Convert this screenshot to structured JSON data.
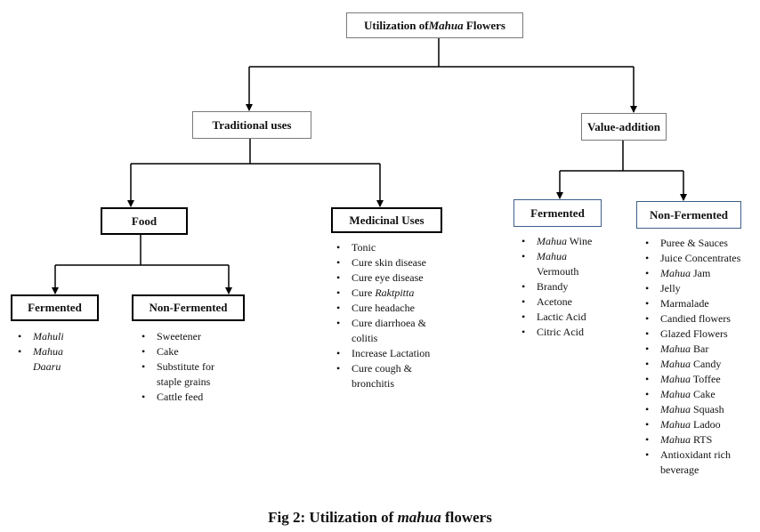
{
  "root": {
    "label_pre": "Utilization of ",
    "label_em": "Mahua",
    "label_post": " Flowers"
  },
  "traditional": {
    "label": "Traditional uses",
    "food": {
      "label": "Food",
      "fermented": {
        "label": "Fermented",
        "items": [
          {
            "em": "Mahuli",
            "text": ""
          },
          {
            "em": "Mahua Daaru",
            "text": ""
          }
        ]
      },
      "non_fermented": {
        "label": "Non-Fermented",
        "items": [
          {
            "em": "",
            "text": "Sweetener"
          },
          {
            "em": "",
            "text": "Cake"
          },
          {
            "em": "",
            "text": "Substitute for staple grains"
          },
          {
            "em": "",
            "text": "Cattle feed"
          }
        ]
      }
    },
    "medicinal": {
      "label": "Medicinal Uses",
      "items": [
        {
          "pre": "",
          "text": "Tonic",
          "em": ""
        },
        {
          "pre": "",
          "text": "Cure skin disease",
          "em": ""
        },
        {
          "pre": "",
          "text": "Cure eye disease",
          "em": ""
        },
        {
          "pre": "Cure ",
          "text": "",
          "em": "Raktpitta"
        },
        {
          "pre": "",
          "text": "Cure headache",
          "em": ""
        },
        {
          "pre": "",
          "text": "Cure diarrhoea & colitis",
          "em": ""
        },
        {
          "pre": "",
          "text": "Increase Lactation",
          "em": ""
        },
        {
          "pre": "",
          "text": "Cure cough & bronchitis",
          "em": ""
        }
      ]
    }
  },
  "value_addition": {
    "label": "Value-addition",
    "fermented": {
      "label": "Fermented",
      "items": [
        {
          "em": "Mahua",
          "text": " Wine"
        },
        {
          "em": "Mahua",
          "text": " Vermouth"
        },
        {
          "em": "",
          "text": "Brandy"
        },
        {
          "em": "",
          "text": "Acetone"
        },
        {
          "em": "",
          "text": "Lactic Acid"
        },
        {
          "em": "",
          "text": "Citric Acid"
        }
      ]
    },
    "non_fermented": {
      "label": "Non-Fermented",
      "items": [
        {
          "em": "",
          "text": "Puree & Sauces"
        },
        {
          "em": "",
          "text": "Juice Concentrates"
        },
        {
          "em": "Mahua",
          "text": " Jam"
        },
        {
          "em": "",
          "text": "Jelly"
        },
        {
          "em": "",
          "text": "Marmalade"
        },
        {
          "em": "",
          "text": "Candied flowers"
        },
        {
          "em": "",
          "text": "Glazed Flowers"
        },
        {
          "em": "Mahua",
          "text": " Bar"
        },
        {
          "em": "Mahua",
          "text": " Candy"
        },
        {
          "em": "Mahua",
          "text": " Toffee"
        },
        {
          "em": "Mahua",
          "text": " Cake"
        },
        {
          "em": "Mahua",
          "text": " Squash"
        },
        {
          "em": "Mahua",
          "text": " Ladoo"
        },
        {
          "em": "Mahua",
          "text": " RTS"
        },
        {
          "em": "",
          "text": "Antioxidant rich beverage"
        }
      ]
    }
  },
  "caption": {
    "pre": "Fig 2: Utilization of ",
    "em": "mahua",
    "post": " flowers"
  }
}
